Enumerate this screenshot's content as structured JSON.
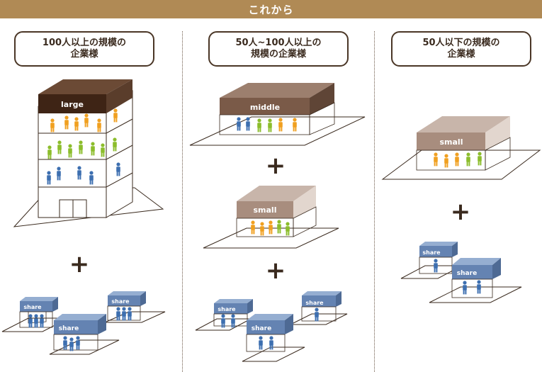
{
  "header": {
    "title": "これから"
  },
  "columns": [
    {
      "label_line1": "100人以上の規模の",
      "label_line2": "企業様"
    },
    {
      "label_line1": "50人~100人以上の",
      "label_line2": "規模の企業様"
    },
    {
      "label_line1": "50人以下の規模の",
      "label_line2": "企業様"
    }
  ],
  "boxes": {
    "large": "large",
    "middle": "middle",
    "small": "small",
    "share": "share"
  },
  "plus": "+",
  "colors": {
    "header_bg": "#b08a55",
    "large_front": "#4a2c1a",
    "middle_front": "#7a5a48",
    "small_front": "#a88d7e",
    "share_front": "#6483b2",
    "person_orange": "#f0a020",
    "person_green": "#8cbd2c",
    "person_blue": "#3d6fb0"
  }
}
